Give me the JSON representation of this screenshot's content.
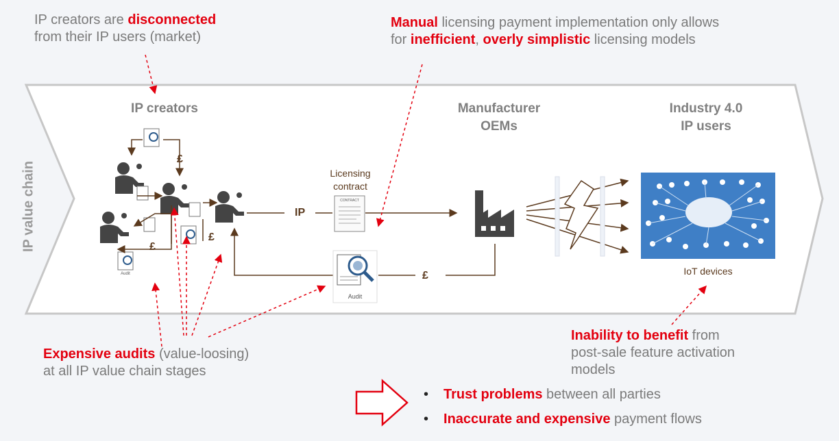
{
  "chain_label": "IP value chain",
  "stages": {
    "creators": "IP creators",
    "manufacturer_line1": "Manufacturer",
    "manufacturer_line2": "OEMs",
    "industry_line1": "Industry 4.0",
    "industry_line2": "IP users"
  },
  "flow": {
    "ip_label": "IP",
    "pound1": "£",
    "pound2": "£",
    "pound3": "£",
    "pound_return": "£",
    "licensing_line1": "Licensing",
    "licensing_line2": "contract",
    "contract_doc_title": "CONTRACT",
    "audit_label": "Audit",
    "audit_small": "Audit",
    "iot_devices": "IoT devices"
  },
  "callouts": {
    "top_left": {
      "pre": "IP creators are ",
      "red": "disconnected",
      "post": "from their IP users (market)"
    },
    "top_right": {
      "red1": "Manual",
      "mid1": " licensing payment implementation only allows",
      "pre2": "for ",
      "red2": "inefficient",
      "mid2": ", ",
      "red3": "overly simplistic",
      "post2": " licensing models"
    },
    "bottom_left": {
      "red": "Expensive audits",
      "post1": " (value-loosing)",
      "line2": "at all IP value chain stages"
    },
    "bottom_right": {
      "red": "Inability to benefit",
      "post1": " from",
      "line2": "post-sale feature activation",
      "line3": "models"
    }
  },
  "bullets": [
    {
      "red": "Trust problems",
      "rest": " between all parties"
    },
    {
      "red": "Inaccurate and expensive",
      "rest": " payment flows"
    }
  ],
  "colors": {
    "red": "#e3000f",
    "brown": "#5b3a1e",
    "gray_text": "#7a7a7a",
    "iot_blue": "#3f7fc6",
    "chevron_border": "#c7c7c7"
  }
}
